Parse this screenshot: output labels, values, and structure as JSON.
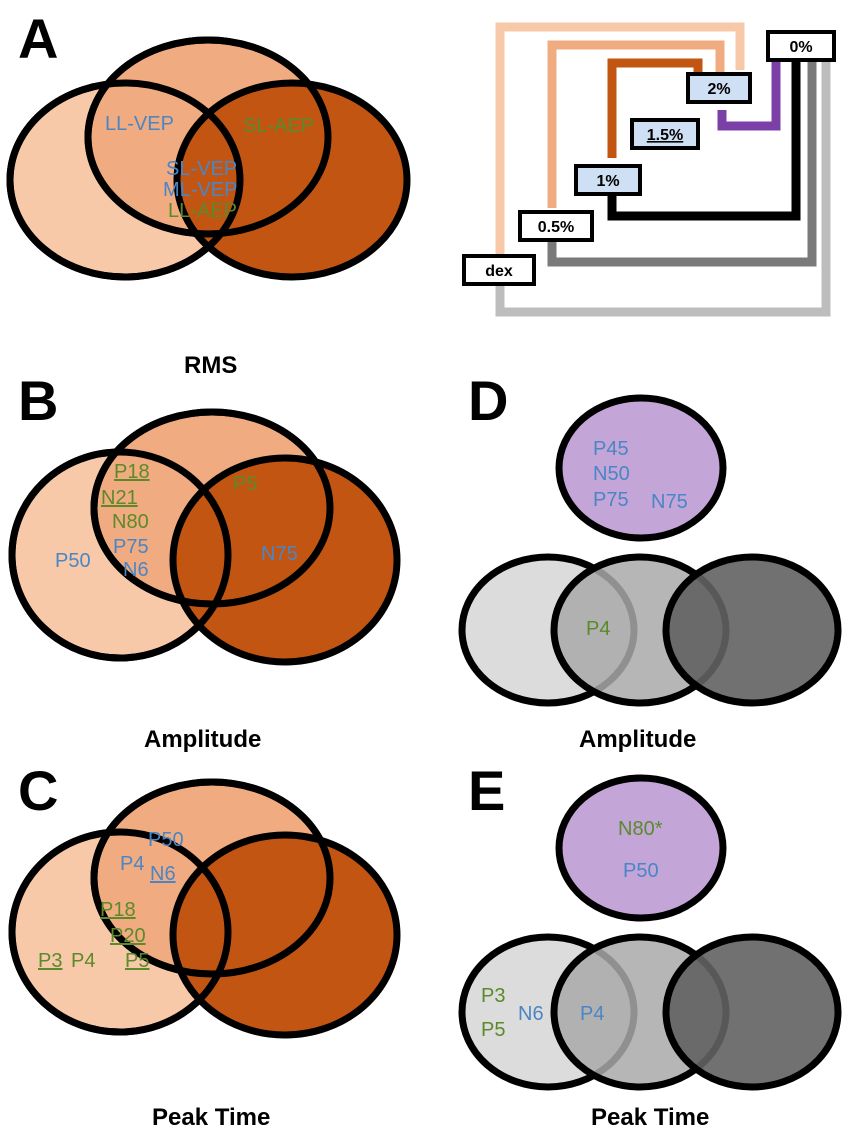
{
  "colors": {
    "light_orange": "#f7c9a9",
    "mid_orange": "#f1ab80",
    "dark_orange": "#c35512",
    "overlap_orange": "#d86c28",
    "center_orange": "#c4540f",
    "purple_circle": "#c3a5d8",
    "purple_line": "#7b3fa7",
    "light_gray": "#dcdcdc",
    "mid_gray": "#a9a9a9",
    "dark_gray": "#626262",
    "blue_text": "#4a86c5",
    "green_text": "#5a8a2a",
    "box_fill": "#cfe0f5"
  },
  "panels": {
    "A": {
      "letter": "A",
      "caption": "RMS",
      "labels": {
        "ll_vep": "LL-VEP",
        "sl_aep": "SL-AEP",
        "sl_vep": "SL-VEP",
        "ml_vep": "ML-VEP",
        "ll_aep": "LL-AEP"
      },
      "legend": {
        "pct0": "0%",
        "pct2": "2%",
        "pct15": "1.5%",
        "pct1": "1%",
        "pct05": "0.5%",
        "dex": "dex"
      }
    },
    "B": {
      "letter": "B",
      "caption": "Amplitude",
      "labels": {
        "p18": "P18",
        "n21": "N21",
        "n80": "N80",
        "p5": "P5",
        "p50": "P50",
        "p75": "P75",
        "n6": "N6",
        "n75": "N75"
      }
    },
    "C": {
      "letter": "C",
      "caption": "Peak Time",
      "labels": {
        "p50": "P50",
        "p4": "P4",
        "n6": "N6",
        "p18": "P18",
        "p20": "P20",
        "p5": "P5",
        "p3": "P3",
        "p4b": "P4"
      }
    },
    "D": {
      "letter": "D",
      "caption": "Amplitude",
      "labels": {
        "p45": "P45",
        "n50": "N50",
        "p75": "P75",
        "n75": "N75",
        "p4": "P4"
      }
    },
    "E": {
      "letter": "E",
      "caption": "Peak Time",
      "labels": {
        "n80": "N80*",
        "p50": "P50",
        "p3": "P3",
        "p5": "P5",
        "n6": "N6",
        "p4": "P4"
      }
    }
  }
}
